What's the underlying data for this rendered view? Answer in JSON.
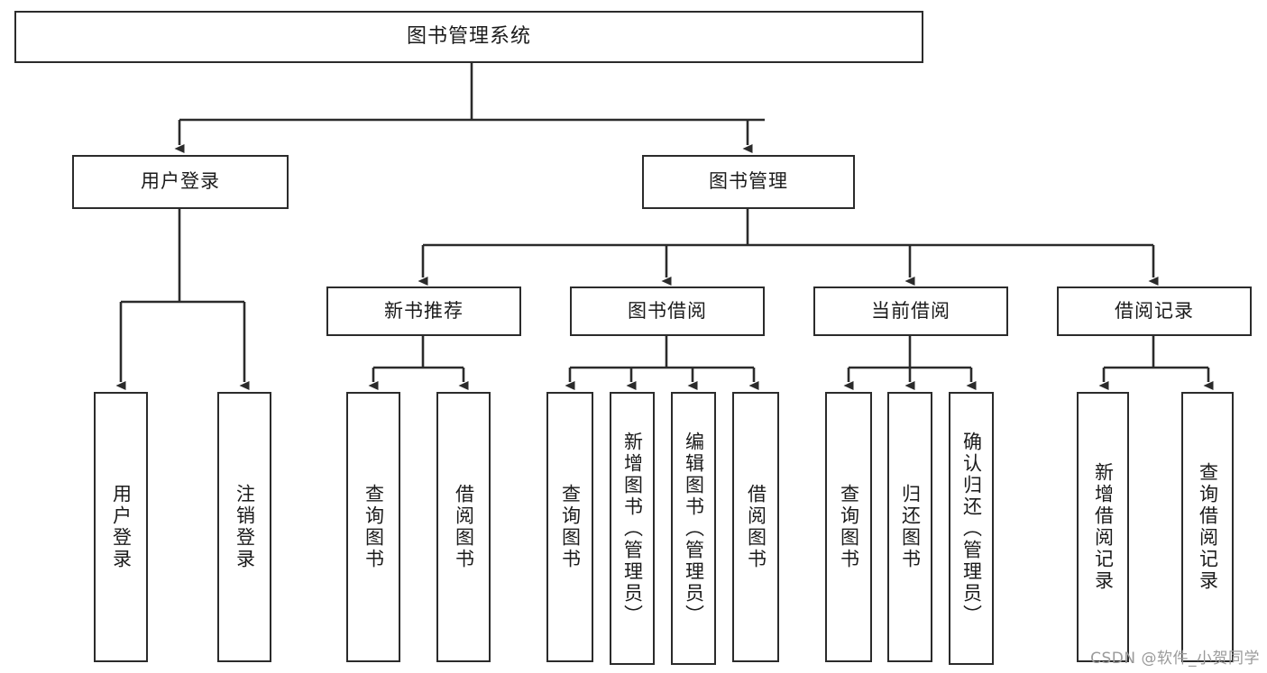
{
  "diagram": {
    "title": "图书管理系统",
    "type": "tree",
    "watermark": "CSDN @软件_小贺同学",
    "stroke_color": "#2b2b2b",
    "fill_color": "#ffffff",
    "text_color": "#1b1b1b",
    "watermark_color": "#9a9a9a"
  },
  "nodes": {
    "root": {
      "label": "图书管理系统",
      "level": 1,
      "orientation": "horizontal"
    },
    "l2": [
      {
        "id": "user-login",
        "label": "用户登录",
        "level": 2,
        "orientation": "horizontal"
      },
      {
        "id": "book-management",
        "label": "图书管理",
        "level": 2,
        "orientation": "horizontal"
      }
    ],
    "l3": [
      {
        "id": "new-book-recommend",
        "label": "新书推荐",
        "level": 3,
        "orientation": "horizontal",
        "parent": "book-management"
      },
      {
        "id": "book-borrow",
        "label": "图书借阅",
        "level": 3,
        "orientation": "horizontal",
        "parent": "book-management"
      },
      {
        "id": "current-borrow",
        "label": "当前借阅",
        "level": 3,
        "orientation": "horizontal",
        "parent": "book-management"
      },
      {
        "id": "borrow-record",
        "label": "借阅记录",
        "level": 3,
        "orientation": "horizontal",
        "parent": "book-management"
      }
    ],
    "leaves": [
      {
        "id": "leaf-user-login",
        "label": "用户登录",
        "parent": "user-login",
        "orientation": "vertical"
      },
      {
        "id": "leaf-user-logout",
        "label": "注销登录",
        "parent": "user-login",
        "orientation": "vertical"
      },
      {
        "id": "leaf-query-book-1",
        "label": "查询图书",
        "parent": "new-book-recommend",
        "orientation": "vertical"
      },
      {
        "id": "leaf-borrow-book-1",
        "label": "借阅图书",
        "parent": "new-book-recommend",
        "orientation": "vertical"
      },
      {
        "id": "leaf-query-book-2",
        "label": "查询图书",
        "parent": "book-borrow",
        "orientation": "vertical"
      },
      {
        "id": "leaf-add-book",
        "label": "新增图书（管理员）",
        "parent": "book-borrow",
        "orientation": "vertical"
      },
      {
        "id": "leaf-edit-book",
        "label": "编辑图书（管理员）",
        "parent": "book-borrow",
        "orientation": "vertical"
      },
      {
        "id": "leaf-borrow-book-2",
        "label": "借阅图书",
        "parent": "book-borrow",
        "orientation": "vertical"
      },
      {
        "id": "leaf-query-book-3",
        "label": "查询图书",
        "parent": "current-borrow",
        "orientation": "vertical"
      },
      {
        "id": "leaf-return-book",
        "label": "归还图书",
        "parent": "current-borrow",
        "orientation": "vertical"
      },
      {
        "id": "leaf-confirm-return",
        "label": "确认归还（管理员）",
        "parent": "current-borrow",
        "orientation": "vertical"
      },
      {
        "id": "leaf-add-record",
        "label": "新增借阅记录",
        "parent": "borrow-record",
        "orientation": "vertical"
      },
      {
        "id": "leaf-query-record",
        "label": "查询借阅记录",
        "parent": "borrow-record",
        "orientation": "vertical"
      }
    ]
  }
}
